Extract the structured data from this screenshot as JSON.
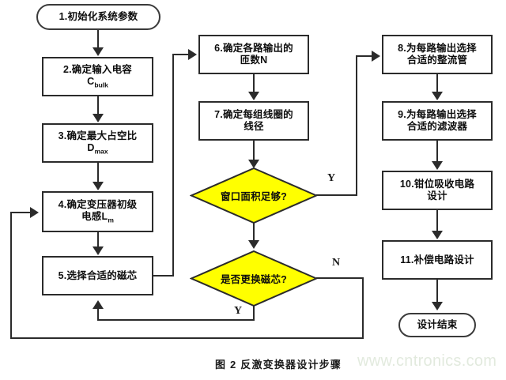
{
  "figure": {
    "caption": "图 2 反激变换器设计步骤",
    "watermark": "www.cntronics.com",
    "decision_fill": "#FFFF00",
    "stroke_color": "#2b2b2b",
    "background": "#ffffff"
  },
  "nodes": {
    "start": {
      "label": "1.初始化系统参数",
      "shape": "terminator"
    },
    "step2": {
      "line1": "2.确定输入电容",
      "line2_base": "C",
      "line2_sub": "bulk",
      "shape": "process"
    },
    "step3": {
      "line1": "3.确定最大占空比",
      "line2_base": "D",
      "line2_sub": "max",
      "shape": "process"
    },
    "step4": {
      "line1": "4.确定变压器初级",
      "line2_base": "电感L",
      "line2_sub": "m",
      "shape": "process"
    },
    "step5": {
      "label": "5.选择合适的磁芯",
      "shape": "process"
    },
    "step6": {
      "line1": "6.确定各路输出的",
      "line2": "匝数N",
      "shape": "process"
    },
    "step7": {
      "line1": "7.确定每组线圈的",
      "line2": "线径",
      "shape": "process"
    },
    "decision1": {
      "label": "窗口面积足够?",
      "shape": "decision",
      "yes_label": "Y"
    },
    "decision2": {
      "label": "是否更换磁芯?",
      "shape": "decision",
      "yes_label": "Y",
      "no_label": "N"
    },
    "step8": {
      "line1": "8.为每路输出选择",
      "line2": "合适的整流管",
      "shape": "process"
    },
    "step9": {
      "line1": "9.为每路输出选择",
      "line2": "合适的滤波器",
      "shape": "process"
    },
    "step10": {
      "line1": "10.钳位吸收电路",
      "line2": "设计",
      "shape": "process"
    },
    "step11": {
      "label": "11.补偿电路设计",
      "shape": "process"
    },
    "end": {
      "label": "设计结束",
      "shape": "terminator"
    }
  }
}
